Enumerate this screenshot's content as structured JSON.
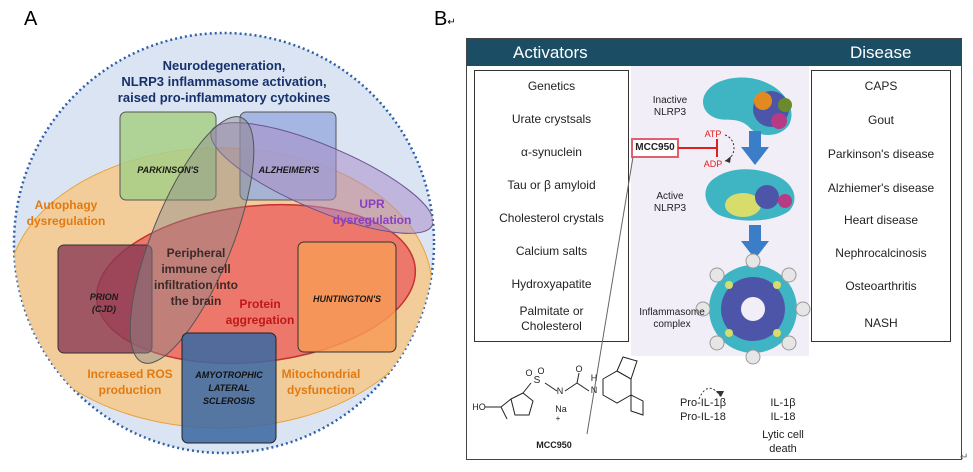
{
  "panel_labels": {
    "a": "A",
    "b": "B",
    "b_mark": "↵",
    "end_mark": "↵"
  },
  "panelA": {
    "outer_title": [
      "Neurodegeneration,",
      "NLRP3 inflammasome activation,",
      "raised pro-inflammatory cytokines"
    ],
    "autophagy": [
      "Autophagy",
      "dysregulation"
    ],
    "upr": [
      "UPR",
      "dysregulation"
    ],
    "ros": [
      "Increased ROS",
      "production"
    ],
    "mito": [
      "Mitochondrial",
      "dysfunction"
    ],
    "protein": [
      "Protein",
      "aggregation"
    ],
    "peripheral": [
      "Peripheral",
      "immune cell",
      "infiltration into",
      "the brain"
    ],
    "parkinsons": "PARKINSON'S",
    "alzheimers": "ALZHEIMER'S",
    "prion": [
      "PRION",
      "(CJD)"
    ],
    "huntingtons": "HUNTINGTON'S",
    "als": [
      "AMYOTROPHIC",
      "LATERAL",
      "SCLEROSIS"
    ],
    "colors": {
      "outer_fill": "#dbe4f3",
      "outer_border": "#2f5fa8",
      "autophagy_fill": "#f6c98a",
      "protein_fill": "#ea5a5a",
      "parkinsons_fill": "#a7cf86",
      "alzheimers_fill": "#9aaedd",
      "prion_fill": "#8a3a55",
      "huntingtons_fill": "#f79a56",
      "als_fill": "#3e6aa2",
      "upr_fill": "#a98ec8",
      "peripheral_fill": "#8c8c8c"
    }
  },
  "panelB": {
    "activators_header": "Activators",
    "disease_header": "Disease",
    "activators": [
      "Genetics",
      "Urate crystsals",
      "α-synuclein",
      "Tau or β amyloid",
      "Cholesterol crystals",
      "Calcium salts",
      "Hydroxyapatite",
      "Palmitate or",
      "Cholesterol"
    ],
    "diseases": [
      "CAPS",
      "Gout",
      "Parkinson's disease",
      "Alzhiemer's disease",
      "Heart disease",
      "Nephrocalcinosis",
      "Osteoarthritis",
      "NASH"
    ],
    "inactive_label": [
      "Inactive",
      "NLRP3"
    ],
    "active_label": [
      "Active",
      "NLRP3"
    ],
    "inflammasome_label": [
      "Inflammasome",
      "complex"
    ],
    "drug_box": "MCC950",
    "atp": "ATP",
    "adp": "ADP",
    "pro_labels": [
      "Pro-IL-1β",
      "Pro-IL-18"
    ],
    "out_labels": [
      "IL-1β",
      "IL-18",
      "Lytic cell",
      "death"
    ],
    "structure": {
      "ho": "HO",
      "s": "S",
      "o1": "O",
      "o2": "O",
      "o3": "O",
      "n": "N",
      "na": "Na",
      "nh": "N",
      "h": "H",
      "plus": "+",
      "caption": "MCC950"
    },
    "colors": {
      "header": "#1b4d64",
      "arrow": "#3b7ec8",
      "drug_border": "#e0606e",
      "inhibit": "#e02020"
    }
  }
}
